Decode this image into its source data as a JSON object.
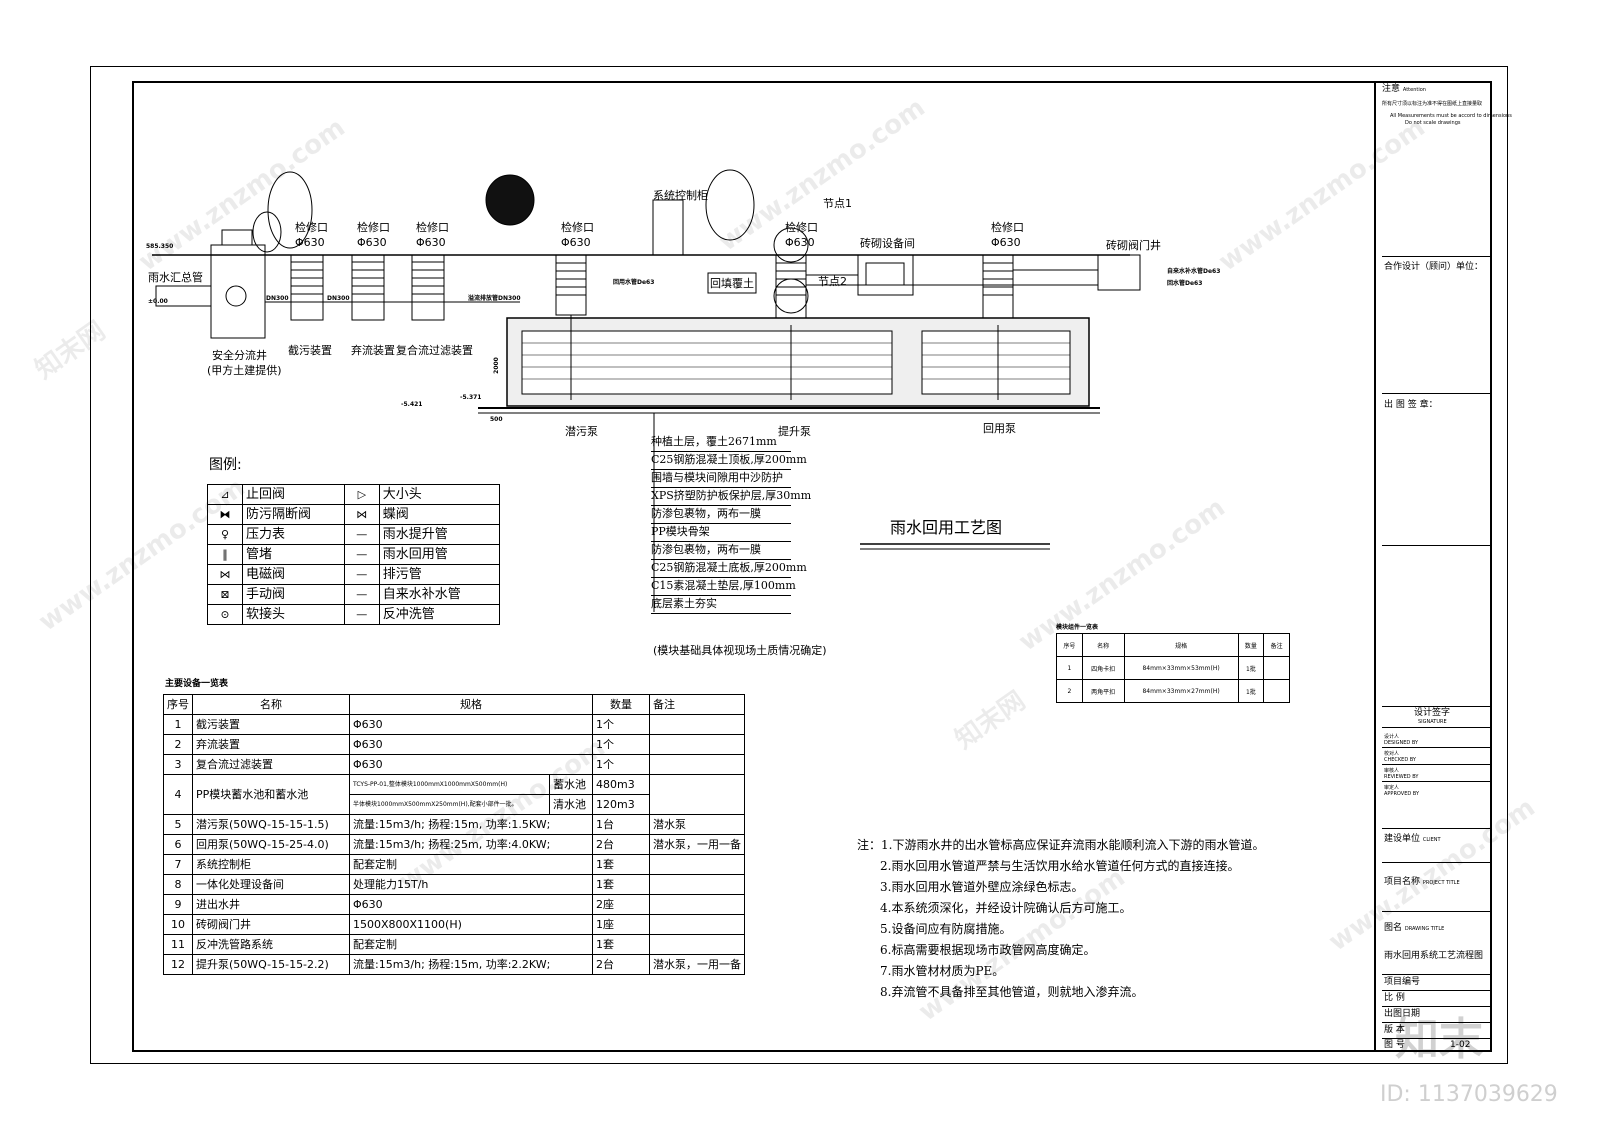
{
  "title_block": {
    "attention": "注意",
    "attention_en": "Attention",
    "note_line1": "所有尺寸须以标注为准不得在图纸上直接量取",
    "note_line2": "All Measurements must be accord to dimensions",
    "note_line3": "Do not scale drawings",
    "consultant": "合作设计（顾问）单位：",
    "issue_stamp": "出 图 签 章：",
    "design_sign": "设计签字",
    "design_sign_en": "SIGNATURE",
    "designed": "设计人",
    "designed_en": "DESIGNED BY",
    "checked": "校对人",
    "checked_en": "CHECKED BY",
    "reviewed": "审核人",
    "reviewed_en": "REVIEWED BY",
    "approved": "审定人",
    "approved_en": "APPROVED BY",
    "client": "建设单位",
    "client_en": "CLIENT",
    "project": "项目名称",
    "project_en": "PROJECT TITLE",
    "drawing": "图名",
    "drawing_en": "DRAWING TITLE",
    "drawing_title": "雨水回用系统工艺流程图",
    "project_no": "项目编号",
    "scale": "比 例",
    "date": "出图日期",
    "version": "版 本",
    "drawing_no": "图 号",
    "drawing_no_value": "1-02"
  },
  "diagram": {
    "labels": {
      "storm_main": "雨水汇总管",
      "safety_well": "安全分流井",
      "safety_well_note": "(甲方土建提供)",
      "sewage_device": "截污装置",
      "discard_device": "弃流装置",
      "filter_device": "复合流过滤装置",
      "inspect": "检修口",
      "phi630": "Φ630",
      "control_cabinet": "系统控制柜",
      "node1": "节点1",
      "node2": "节点2",
      "equip_room": "砖砌设备间",
      "valve_well": "砖砌阀门井",
      "backfill": "回填覆土",
      "dn300": "DN300",
      "sewage_pump": "潜污泵",
      "lift_pump": "提升泵",
      "reuse_pump": "回用泵",
      "elev_top": "585.350",
      "elev_pipe": "±0.00",
      "elev_bot1": "-5.421",
      "elev_bot2": "-5.371",
      "depth": "2000",
      "base_w": "500",
      "legend_title": "图例:",
      "main_title": "雨水回用工艺图",
      "foundation_note": "(模块基础具体视现场土质情况确定)",
      "equip_title": "主要设备一览表",
      "module_title": "模块组件一览表",
      "supply_de63": "自来水补水管De63",
      "return_de63": "回水管De63",
      "reuse_de63": "回用水管De63",
      "overflow_dn300": "溢流排放管DN300"
    }
  },
  "legend": [
    [
      "止回阀",
      "大小头"
    ],
    [
      "防污隔断阀",
      "蝶阀"
    ],
    [
      "压力表",
      "雨水提升管"
    ],
    [
      "管堵",
      "雨水回用管"
    ],
    [
      "电磁阀",
      "排污管"
    ],
    [
      "手动阀",
      "自来水补水管"
    ],
    [
      "软接头",
      "反冲洗管"
    ]
  ],
  "legend_symbols": [
    "⊿",
    "⧓",
    "♀",
    "‖",
    "⋈",
    "⊠",
    "⊙"
  ],
  "legend_symbols_r": [
    "▷",
    "⋈",
    "—",
    "—",
    "—",
    "—",
    "—"
  ],
  "layers": [
    "种植土层，覆土2671mm",
    "C25钢筋混凝土顶板,厚200mm",
    "围墙与模块间隙用中沙防护",
    "XPS挤塑防护板保护层,厚30mm",
    "防渗包裹物，两布一膜",
    "PP模块骨架",
    "防渗包裹物，两布一膜",
    "C25钢筋混凝土底板,厚200mm",
    "C15素混凝土垫层,厚100mm",
    "底层素土夯实"
  ],
  "equipment_table": {
    "headers": [
      "序号",
      "名称",
      "规格",
      "数量",
      "备注"
    ],
    "rows": [
      [
        "1",
        "截污装置",
        "Φ630",
        "1个",
        ""
      ],
      [
        "2",
        "弃流装置",
        "Φ630",
        "1个",
        ""
      ],
      [
        "3",
        "复合流过滤装置",
        "Φ630",
        "1个",
        ""
      ],
      [
        "5",
        "潜污泵(50WQ-15-15-1.5)",
        "流量:15m3/h; 扬程:15m, 功率:1.5KW;",
        "1台",
        "潜水泵"
      ],
      [
        "6",
        "回用泵(50WQ-15-25-4.0)",
        "流量:15m3/h; 扬程:25m, 功率:4.0KW;",
        "2台",
        "潜水泵，一用一备"
      ],
      [
        "7",
        "系统控制柜",
        "配套定制",
        "1套",
        ""
      ],
      [
        "8",
        "一体化处理设备间",
        "处理能力15T/h",
        "1套",
        ""
      ],
      [
        "9",
        "进出水井",
        "Φ630",
        "2座",
        ""
      ],
      [
        "10",
        "砖砌阀门井",
        "1500X800X1100(H)",
        "1座",
        ""
      ],
      [
        "11",
        "反冲洗管路系统",
        "配套定制",
        "1套",
        ""
      ],
      [
        "12",
        "提升泵(50WQ-15-15-2.2)",
        "流量:15m3/h; 扬程:15m, 功率:2.2KW;",
        "2台",
        "潜水泵，一用一备"
      ]
    ],
    "row4": {
      "no": "4",
      "name": "PP模块蓄水池和蓄水池",
      "spec1": "TCYS-PP-01,整体模块1000mmX1000mmX500mm(H)",
      "spec2": "半体模块1000mmX500mmX250mm(H),配套小部件一批。",
      "sub1": "蓄水池",
      "sub2": "清水池",
      "qty1": "480m3",
      "qty2": "120m3"
    }
  },
  "module_table": {
    "headers": [
      "序号",
      "名称",
      "规格",
      "数量",
      "备注"
    ],
    "rows": [
      [
        "1",
        "四角卡扣",
        "84mm×33mm×53mm(H)",
        "1批",
        ""
      ],
      [
        "2",
        "两角平扣",
        "84mm×33mm×27mm(H)",
        "1批",
        ""
      ]
    ]
  },
  "notes": {
    "prefix": "注：",
    "items": [
      "1.下游雨水井的出水管标高应保证弃流雨水能顺利流入下游的雨水管道。",
      "2.雨水回用水管道严禁与生活饮用水给水管道任何方式的直接连接。",
      "3.雨水回用水管道外壁应涂绿色标志。",
      "4.本系统须深化，并经设计院确认后方可施工。",
      "5.设备间应有防腐措施。",
      "6.标高需要根据现场市政管网高度确定。",
      "7.雨水管材材质为PE。",
      "8.弃流管不具备排至其他管道，则就地入渗弃流。"
    ]
  },
  "watermark": {
    "site": "www.znzmo.com",
    "brand": "知末网",
    "logo": "知末",
    "id_text": "ID: 1137039629"
  }
}
